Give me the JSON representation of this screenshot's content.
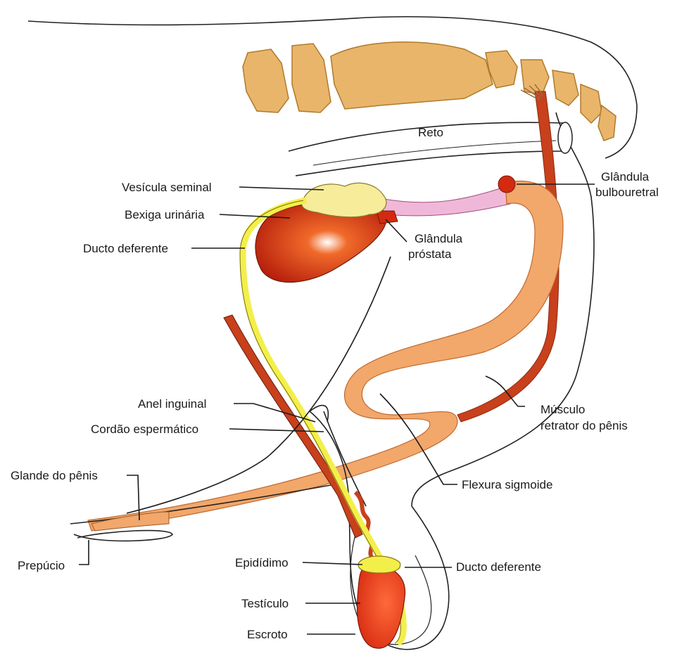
{
  "labels": {
    "reto": "Reto",
    "vesicula_seminal": "Vesícula seminal",
    "bexiga_urinaria": "Bexiga urinária",
    "ducto_deferente_top": "Ducto deferente",
    "glandula_prostata_1": "Glândula",
    "glandula_prostata_2": "próstata",
    "glandula_bulbouretral_1": "Glândula",
    "glandula_bulbouretral_2": "bulbouretral",
    "anel_inguinal": "Anel inguinal",
    "cordao_espermatico": "Cordão espermático",
    "glande_do_penis": "Glande do pênis",
    "prepucio": "Prepúcio",
    "musculo_retrator_1": "Músculo",
    "musculo_retrator_2": "retrator do pênis",
    "flexura_sigmoide": "Flexura sigmoide",
    "epididimo": "Epidídimo",
    "ducto_deferente_bottom": "Ducto deferente",
    "testiculo": "Testículo",
    "escroto": "Escroto"
  },
  "colors": {
    "bone": "#e8b56a",
    "penis": "#f2a76b",
    "muscle": "#c8401c",
    "ductus": "#f3ef4a",
    "bladder": "#d12a10",
    "urethra": "#f0b8d8",
    "vesicle": "#f6ec9a"
  }
}
